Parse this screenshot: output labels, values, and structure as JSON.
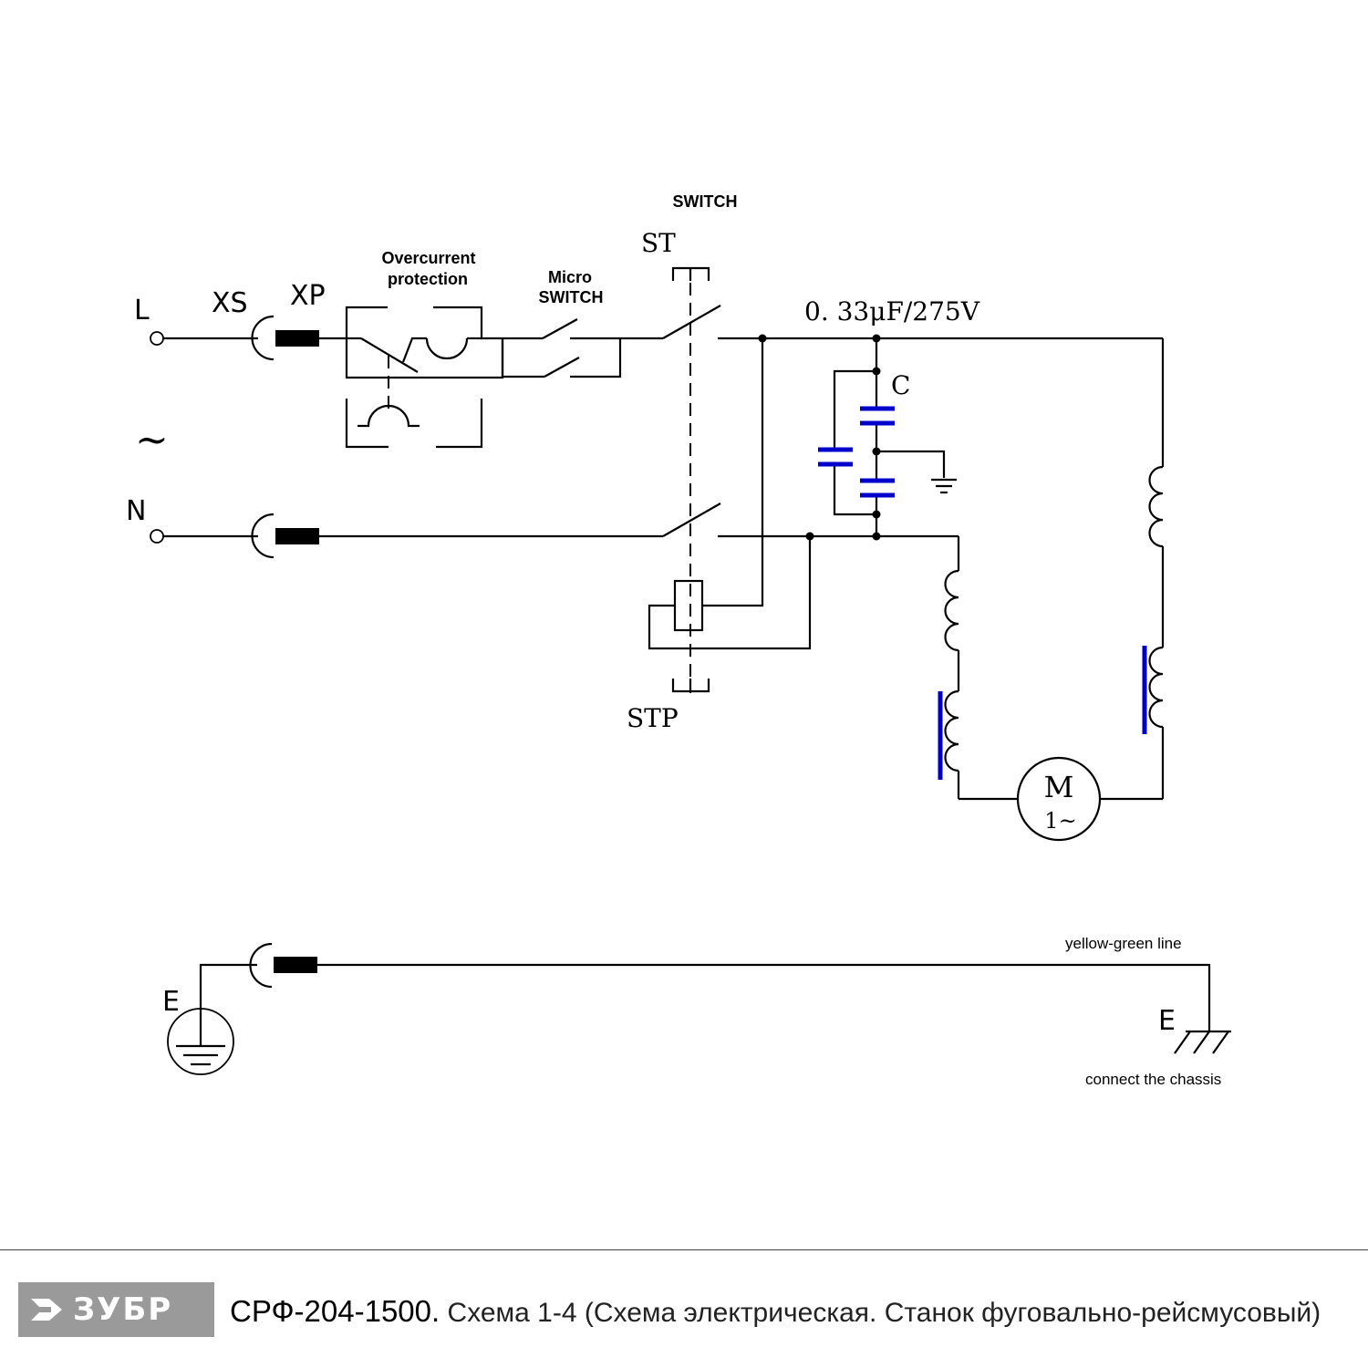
{
  "labels": {
    "line": "L",
    "neutral": "N",
    "ac": "~",
    "socket": "XS",
    "plug": "XP",
    "overcurrent_l1": "Overcurrent",
    "overcurrent_l2": "protection",
    "micro_l1": "Micro",
    "micro_l2": "SWITCH",
    "switch": "SWITCH",
    "st": "ST",
    "stp": "STP",
    "capacitor_value": "0. 33μF/275V",
    "capacitor": "C",
    "motor": "M",
    "motor_phase": "1~",
    "earth_left": "E",
    "earth_right": "E",
    "yellow_green": "yellow-green line",
    "chassis": "connect the chassis"
  },
  "footer": {
    "brand": "ЗУБР",
    "model": "СРФ-204-1500.",
    "caption": " Схема 1-4 (Схема электрическая. Станок фуговально-рейсмусовый)"
  },
  "colors": {
    "wire": "#000000",
    "winding_core": "#0000cc",
    "capacitor": "#0000cc",
    "logo_background": "#9a9a9a"
  }
}
